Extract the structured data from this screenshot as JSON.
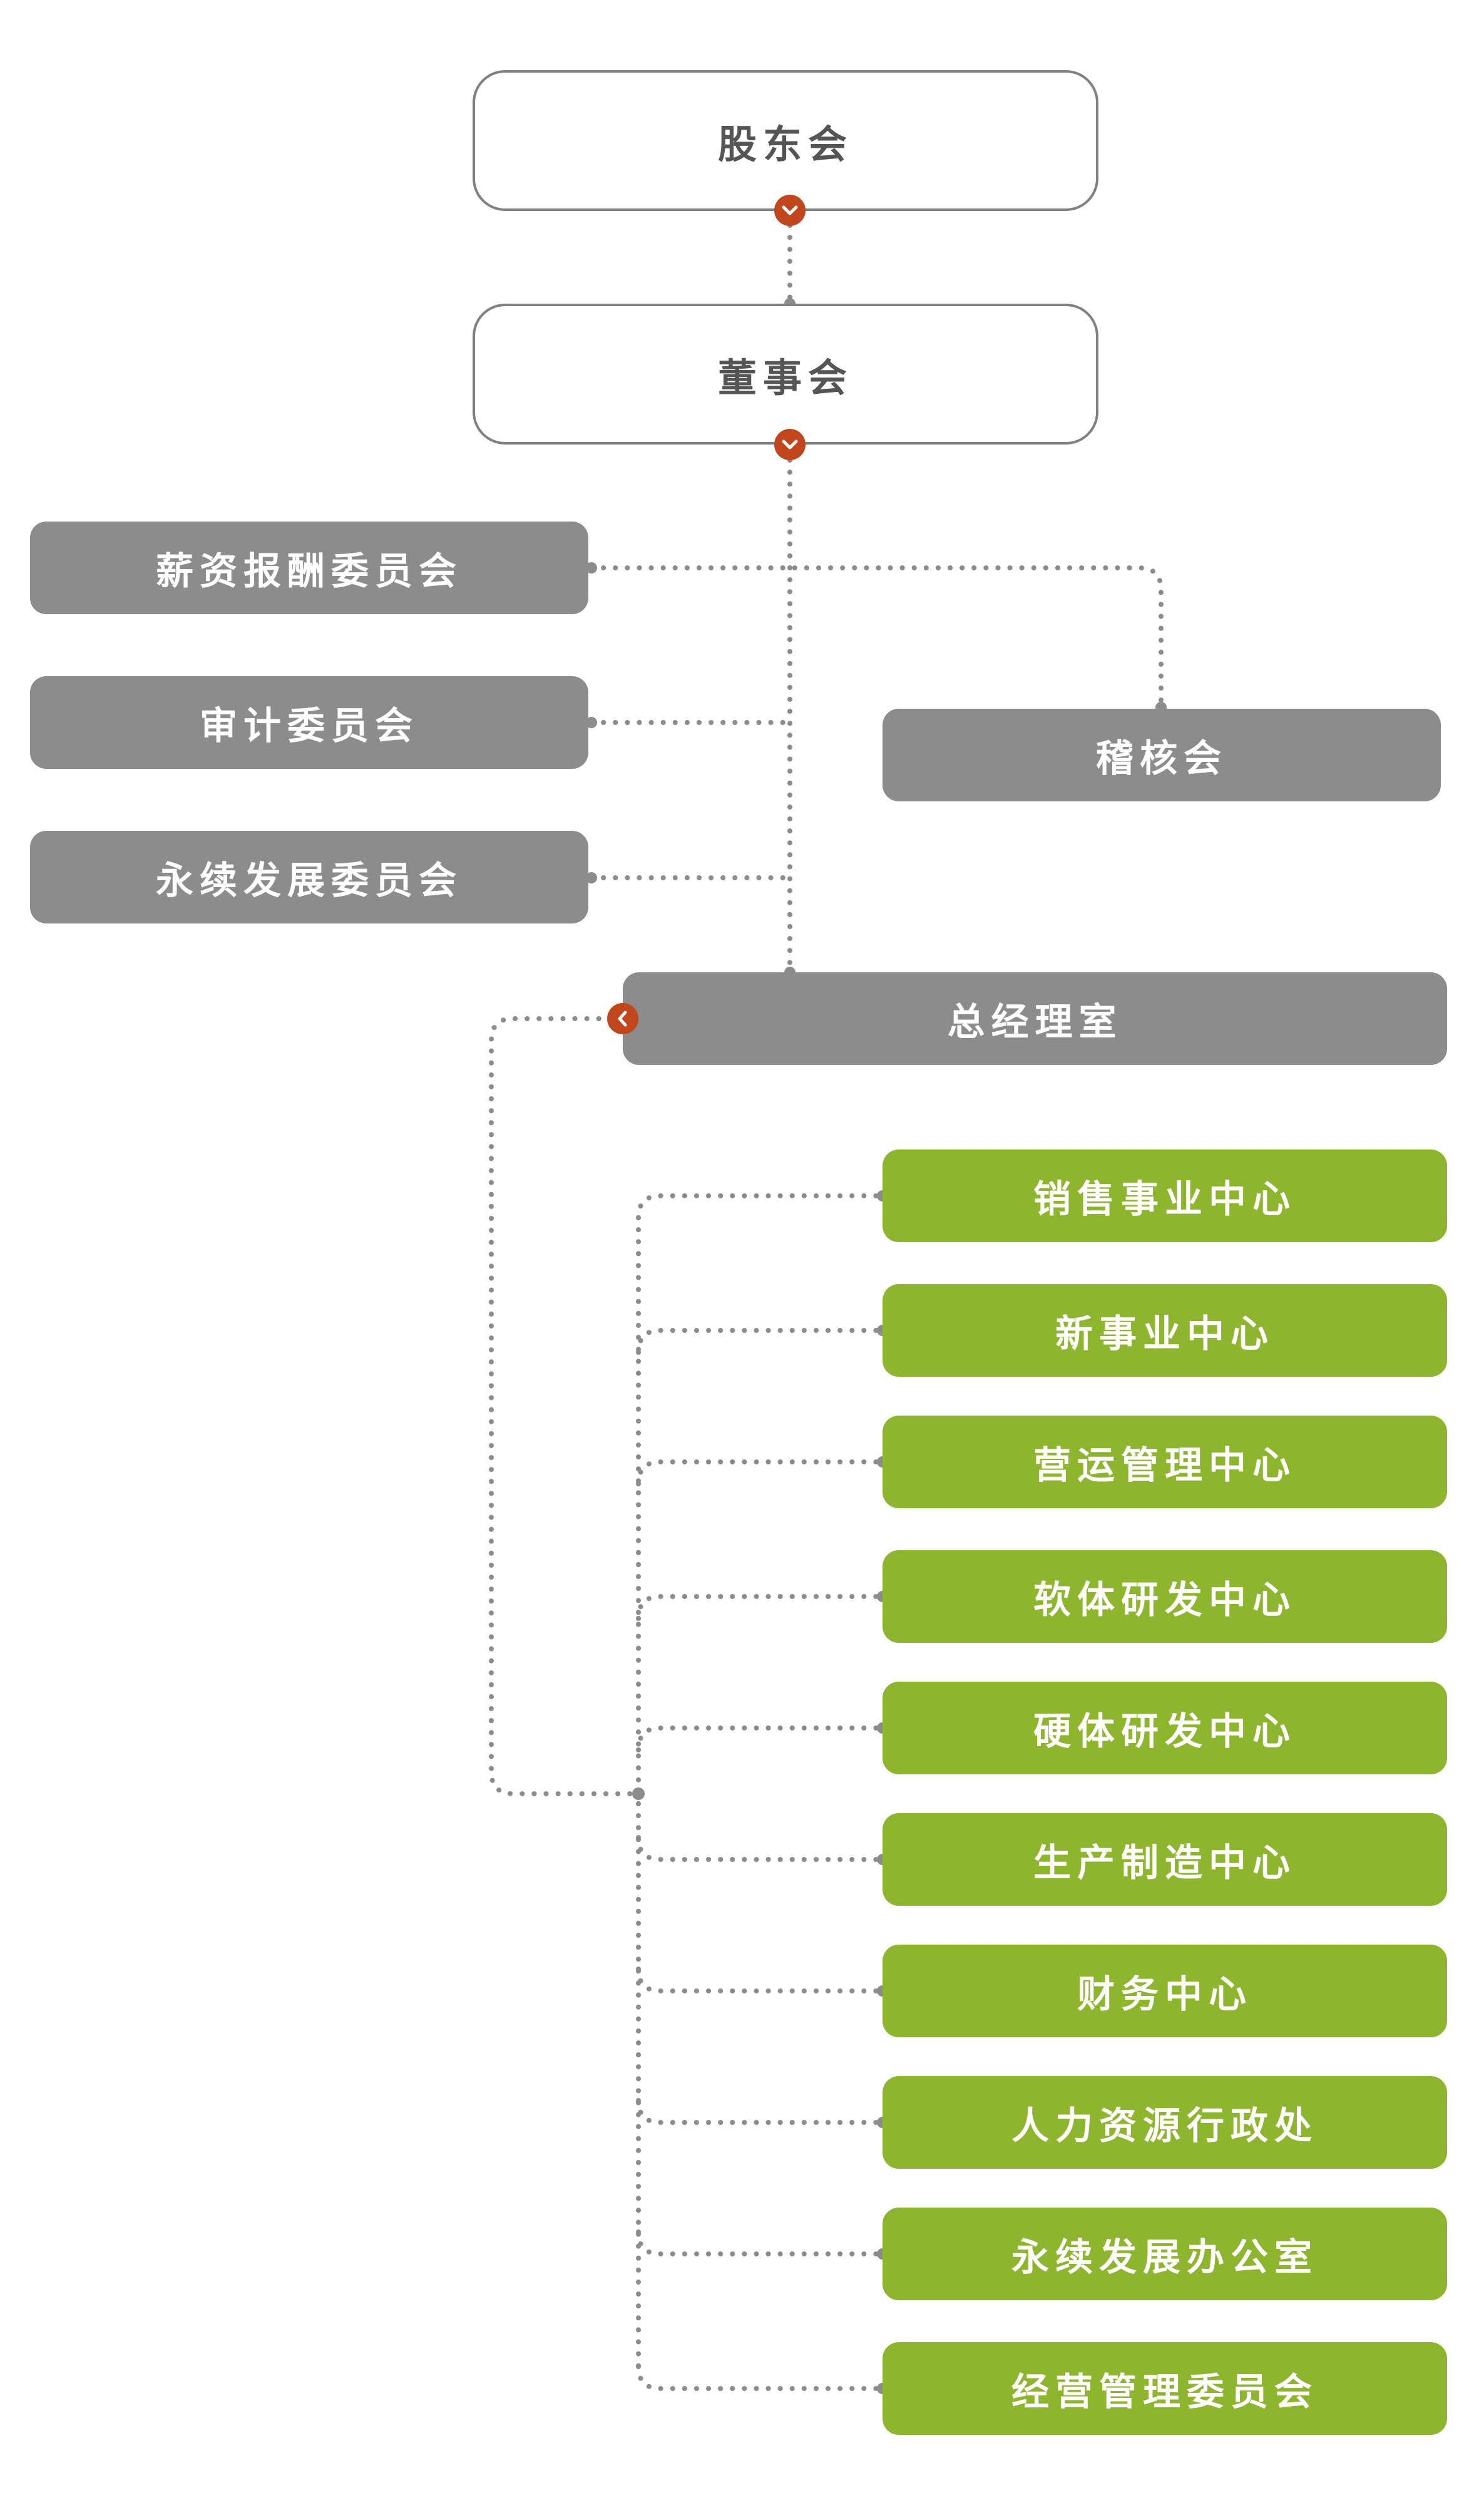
{
  "colors": {
    "connector": "#8c8c8c",
    "gray_box": "#8c8c8c",
    "green_box": "#8db52d",
    "badge": "#c2461c"
  },
  "nodes": {
    "shareholders": "股东会",
    "board": "董事会",
    "compensation_committee": "薪资报酬委员会",
    "audit_committee": "审计委员会",
    "sustainability_committee": "永续发展委员会",
    "internal_audit": "稽核会",
    "president_office": "总经理室"
  },
  "departments": [
    "销售事业中心",
    "新事业中心",
    "营运管理中心",
    "软体研发中心",
    "硬体研发中心",
    "生产制造中心",
    "财务中心",
    "人力资源行政处",
    "永续发展办公室",
    "经营管理委员会"
  ],
  "icons": {
    "shareholders_badge": "chevron-down-icon",
    "board_badge": "chevron-down-icon",
    "president_badge": "chevron-left-icon"
  }
}
